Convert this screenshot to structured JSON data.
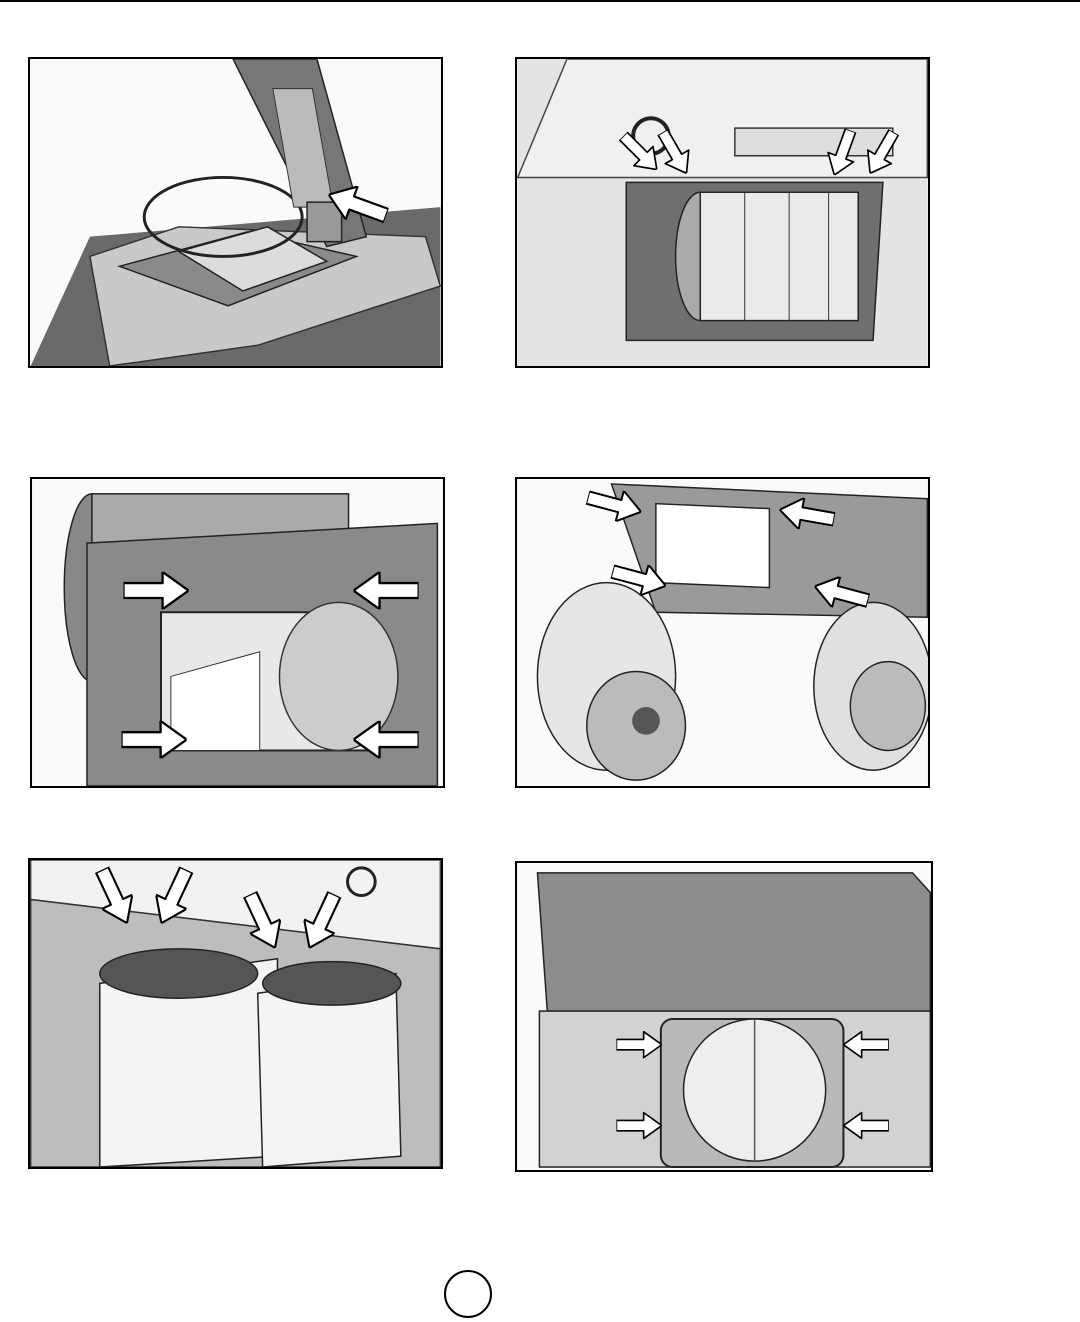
{
  "document": {
    "page_number": "",
    "figures": [
      {
        "id": "fig-1",
        "subject": "duct-transition-damper",
        "arrow_count": 1
      },
      {
        "id": "fig-2",
        "subject": "single-blower-mounting-plate",
        "arrow_count": 4
      },
      {
        "id": "fig-3",
        "subject": "blower-housing-bracket",
        "arrow_count": 4
      },
      {
        "id": "fig-4",
        "subject": "dual-blower-frame",
        "arrow_count": 4
      },
      {
        "id": "fig-5",
        "subject": "dual-blower-installed",
        "arrow_count": 4
      },
      {
        "id": "fig-6",
        "subject": "hood-top-duct-opening",
        "arrow_count": 4
      }
    ],
    "colors": {
      "line": "#000000",
      "metal_light": "#e8e8e8",
      "metal_mid": "#9a9a9a",
      "metal_dark": "#555555",
      "arrow_fill": "#ffffff"
    }
  }
}
